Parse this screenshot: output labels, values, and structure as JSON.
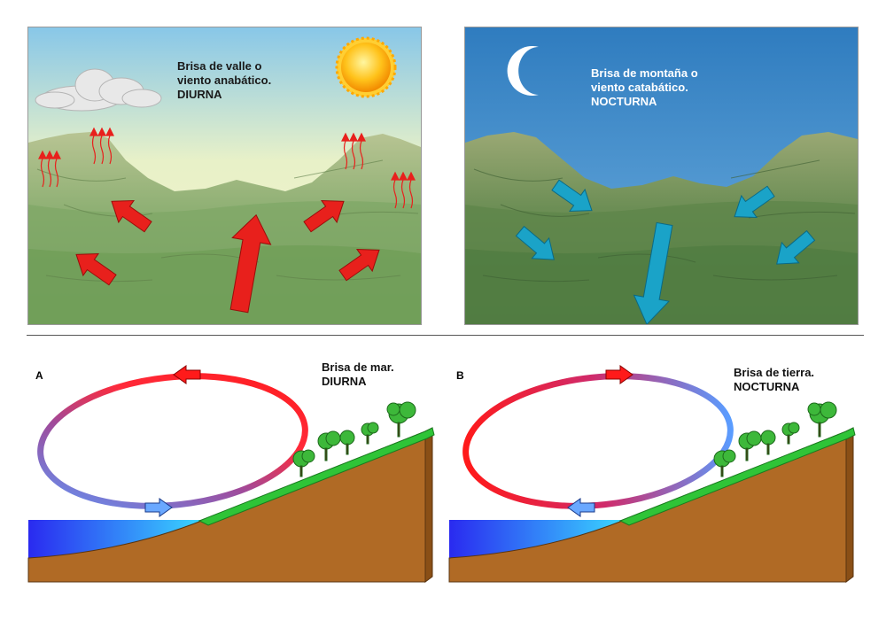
{
  "valley_day": {
    "caption_line1": "Brisa de valle o",
    "caption_line2": "viento anabático.",
    "caption_line3": "DIURNA",
    "arrow_color": "#e8201c"
  },
  "valley_night": {
    "caption_line1": "Brisa de montaña o",
    "caption_line2": "viento catabático.",
    "caption_line3": "NOCTURNA",
    "arrow_color": "#1aa3c8"
  },
  "sea_breeze": {
    "letter": "A",
    "caption_line1": "Brisa de mar.",
    "caption_line2": "DIURNA"
  },
  "land_breeze": {
    "letter": "B",
    "caption_line1": "Brisa de tierra.",
    "caption_line2": "NOCTURNA"
  },
  "colors": {
    "warm": "#ff1a1a",
    "cool": "#5a9cff",
    "land": "#b06a25",
    "grass": "#2fc437",
    "sea": "#3a3cf0"
  }
}
